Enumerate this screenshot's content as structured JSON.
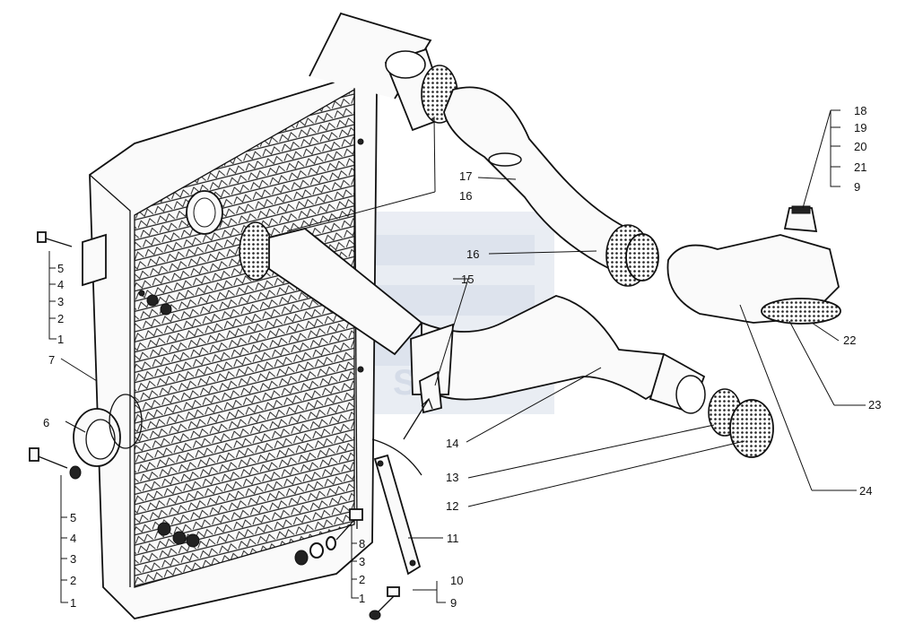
{
  "drawing": {
    "callouts": {
      "c1": "1",
      "c2": "2",
      "c3": "3",
      "c4": "4",
      "c5": "5",
      "c6": "6",
      "c7": "7",
      "c8": "8",
      "c9": "9",
      "c10": "10",
      "c11": "11",
      "c12": "12",
      "c13": "13",
      "c14": "14",
      "c15": "15",
      "c16": "16",
      "c17": "17",
      "c18": "18",
      "c19": "19",
      "c20": "20",
      "c21": "21",
      "c22": "22",
      "c23": "23",
      "c24": "24"
    },
    "watermark": "Santal",
    "colors": {
      "ink": "#111111",
      "watermark": "#c9d3e3",
      "paper": "#ffffff"
    }
  }
}
